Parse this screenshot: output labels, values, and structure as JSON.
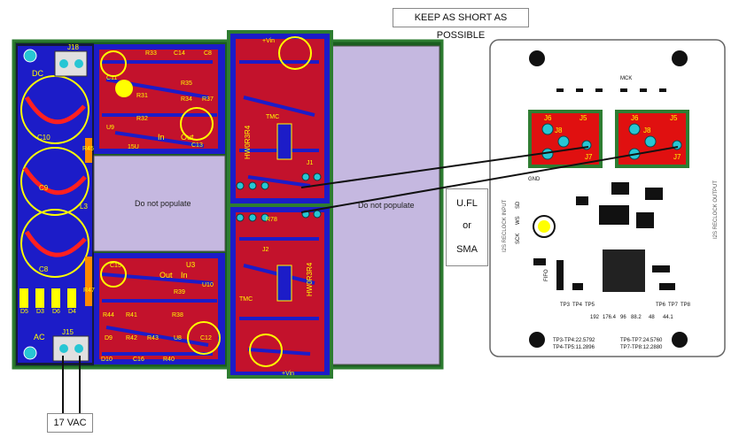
{
  "callouts": {
    "keep_short": "KEEP AS SHORT AS POSSIBLE",
    "ac_input": "17 VAC",
    "connector_options": [
      "U.FL",
      "or",
      "SMA"
    ]
  },
  "main_board": {
    "do_not_populate_left": "Do not populate",
    "do_not_populate_right": "Do not populate",
    "labels": {
      "dc": "DC",
      "ac": "AC",
      "j18": "J18",
      "j15": "J15",
      "c10": "C10",
      "c9": "C9",
      "c8": "C8",
      "l3": "L3",
      "r45": "R45",
      "r47": "R47",
      "d5": "D5",
      "d6": "D6",
      "d4": "D4",
      "d3": "D3",
      "r33": "R33",
      "c14": "C14",
      "c8b": "C8",
      "c11": "C11",
      "r31": "R31",
      "r34": "R34",
      "r37": "R37",
      "r35": "R35",
      "r32": "R32",
      "u9": "U9",
      "in": "In",
      "out": "Out",
      "v15": "15U",
      "c13": "C13",
      "c15": "C15",
      "u3": "U3",
      "out2": "Out",
      "in2": "In",
      "u10": "U10",
      "r39": "R39",
      "r44": "R44",
      "r41": "R41",
      "r38": "R38",
      "c12": "C12",
      "d9": "D9",
      "r42": "R42",
      "r43": "R43",
      "u8": "U8",
      "d10": "D10",
      "c16": "C16",
      "r40": "R40",
      "vin_top": "+Vin",
      "vin_bottom": "+Vin",
      "rc1": "HW0R3R4",
      "rc2": "HW0R3R4",
      "tmc1": "TMC",
      "tmc2": "TMC",
      "j1": "J1",
      "j2": "J2",
      "r78": "R78"
    }
  },
  "reclock_board": {
    "title_left": "I2S RECLOCK INPUT",
    "title_right": "I2S RECLOCK OUTPUT",
    "left_connector": [
      "J6",
      "J5",
      "J8",
      "J7"
    ],
    "right_connector": [
      "J6",
      "J5",
      "J8",
      "J7"
    ],
    "test_points_left": [
      "TP3",
      "TP4",
      "TP5"
    ],
    "test_points_right": [
      "TP6",
      "TP7",
      "TP8"
    ],
    "freq_row": [
      "192",
      "176.4",
      "96",
      "88.2",
      "48",
      "44.1"
    ],
    "freq_left_line1": "TP3-TP4:22.5792",
    "freq_left_line2": "TP4-TP5:11.2896",
    "freq_right_line1": "TP6-TP7:24.5760",
    "freq_right_line2": "TP7-TP8:12.2880",
    "gnd": "GND",
    "mck": "MCK",
    "fifo": "FIFO",
    "small_text": [
      "SD",
      "WS",
      "SCK"
    ]
  },
  "colors": {
    "copper_red": "#ff1a1a",
    "copper_blue": "#1a1aff",
    "board_green": "#2e7d32",
    "dnp_fill": "#c5b8e0",
    "silk_yellow": "#ffff00",
    "pad_cyan": "#27c6d4"
  }
}
